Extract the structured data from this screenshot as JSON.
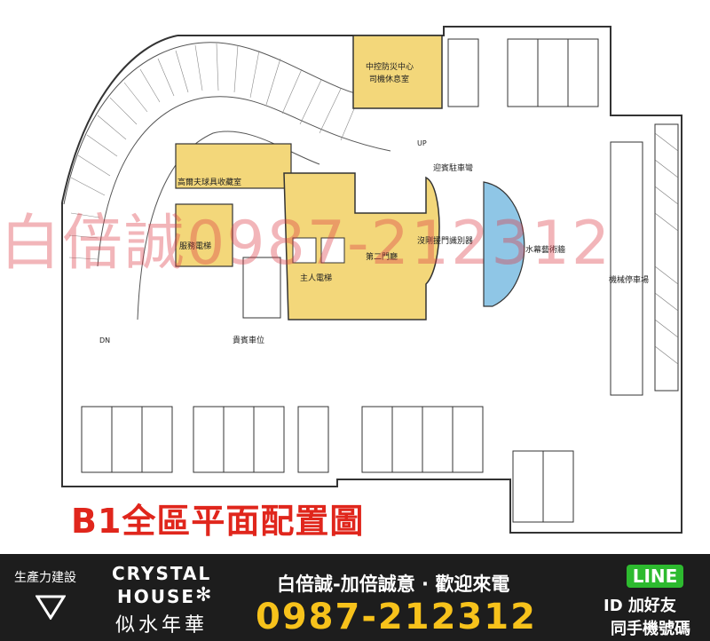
{
  "plan": {
    "title": "B1全區平面配置圖",
    "rooms": {
      "control_center": "中控防災中心",
      "driver_lounge": "司機休息室",
      "golf_storage": "高爾夫球具收藏室",
      "service_elevator": "服務電梯",
      "main_elevator": "主人電梯",
      "second_lobby": "第二門廳",
      "vip_parking": "貴賓車位",
      "reception_drop": "迎賓駐車彎",
      "gate_reader": "沒剛援門識別器",
      "water_wall": "水幕藝術牆",
      "mechanical_parking": "機械停車場",
      "up": "UP",
      "dn": "DN"
    }
  },
  "watermark": "白倍誠0987-212312",
  "footer": {
    "brand_zh": "生產力建設",
    "crystal": "CRYSTAL",
    "house": "HOUSE",
    "brand_sub": "似水年華",
    "slogan": "白倍誠-加倍誠意 · 歡迎來電",
    "phone": "0987-212312",
    "line": "LINE",
    "line_id": "ID 加好友",
    "line_note": "同手機號碼"
  },
  "colors": {
    "accent_red": "#e0261c",
    "phone_yellow": "#f7c21b",
    "line_green": "#2dba2f",
    "lobby_yellow": "#f3d77a",
    "water_blue": "#8fc6e6"
  }
}
